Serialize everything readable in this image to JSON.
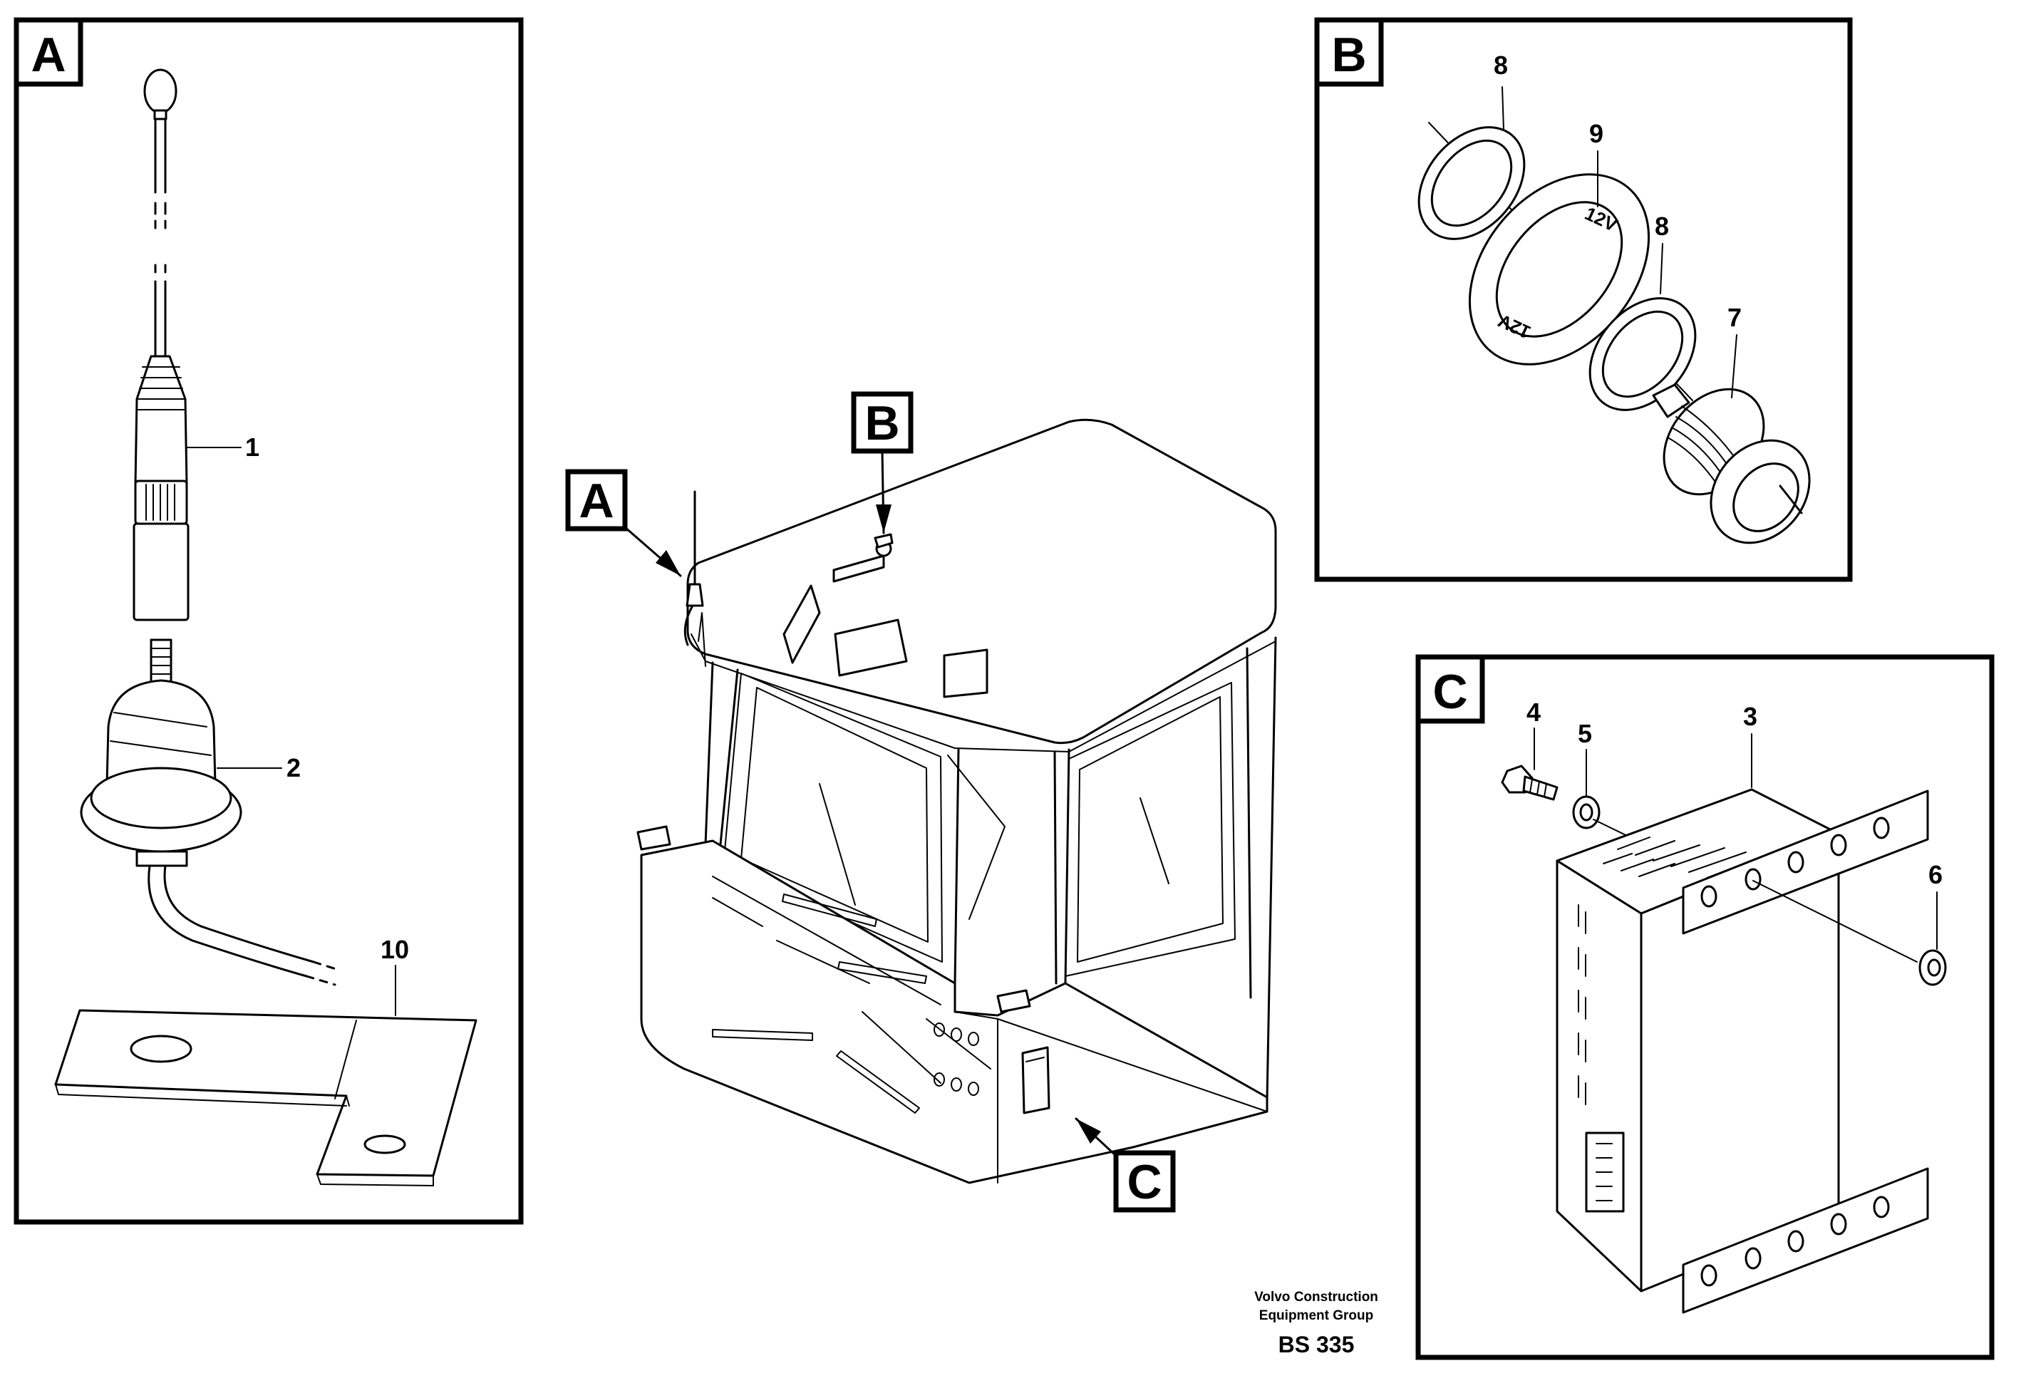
{
  "panels": {
    "a": {
      "letter": "A",
      "parts": [
        "1",
        "2",
        "10"
      ]
    },
    "b": {
      "letter": "B",
      "parts": [
        "8",
        "9",
        "8",
        "7"
      ],
      "marking": "12V"
    },
    "c": {
      "letter": "C",
      "parts": [
        "4",
        "5",
        "3",
        "6"
      ]
    }
  },
  "callouts": {
    "a": "A",
    "b": "B",
    "c": "C"
  },
  "footer": {
    "company_line1": "Volvo Construction",
    "company_line2": "Equipment Group",
    "code": "BS 335"
  }
}
